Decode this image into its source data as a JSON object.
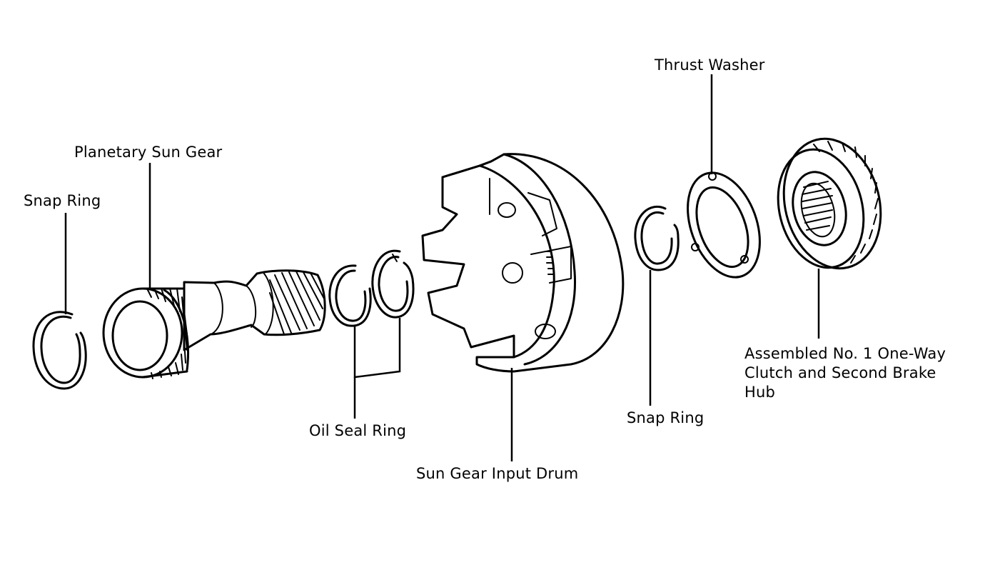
{
  "labels": {
    "snap_ring_left": "Snap Ring",
    "planetary_sun_gear": "Planetary Sun Gear",
    "oil_seal_ring": "Oil Seal Ring",
    "sun_gear_input_drum": "Sun Gear Input Drum",
    "snap_ring_right": "Snap Ring",
    "thrust_washer": "Thrust Washer",
    "one_way_clutch": [
      "Assembled No. 1 One-Way",
      "Clutch and Second Brake",
      "Hub"
    ]
  },
  "colors": {
    "ink": "#000000",
    "paper": "#ffffff"
  }
}
